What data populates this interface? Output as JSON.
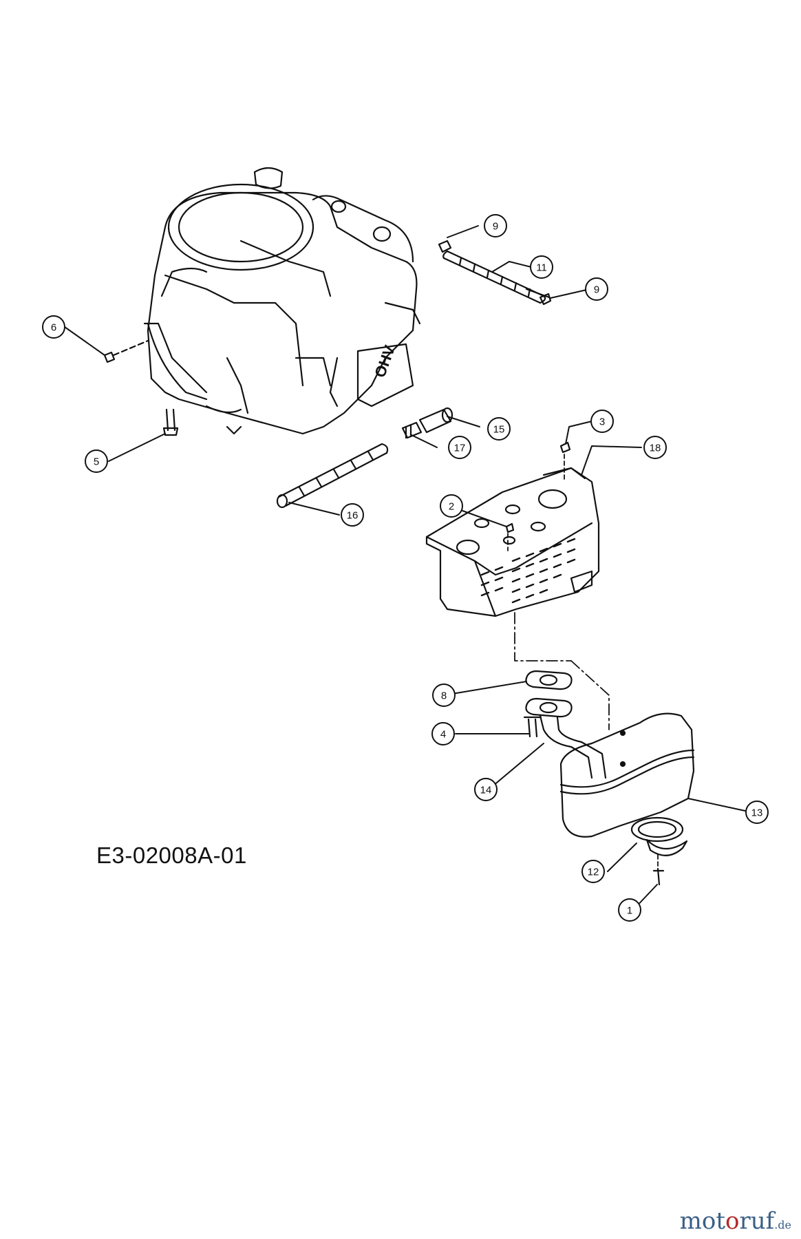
{
  "diagram": {
    "code": "E3-02008A-01",
    "engine_badge": "OHV",
    "callouts": [
      {
        "id": "c1",
        "label": "1"
      },
      {
        "id": "c2",
        "label": "2"
      },
      {
        "id": "c3",
        "label": "3"
      },
      {
        "id": "c4",
        "label": "4"
      },
      {
        "id": "c5",
        "label": "5"
      },
      {
        "id": "c6",
        "label": "6"
      },
      {
        "id": "c8",
        "label": "8"
      },
      {
        "id": "c9a",
        "label": "9"
      },
      {
        "id": "c9b",
        "label": "9"
      },
      {
        "id": "c11",
        "label": "11"
      },
      {
        "id": "c12",
        "label": "12"
      },
      {
        "id": "c13",
        "label": "13"
      },
      {
        "id": "c14",
        "label": "14"
      },
      {
        "id": "c15",
        "label": "15"
      },
      {
        "id": "c16",
        "label": "16"
      },
      {
        "id": "c17",
        "label": "17"
      },
      {
        "id": "c18",
        "label": "18"
      }
    ]
  },
  "watermark": {
    "part1": "mot",
    "part2": "o",
    "part3": "ruf",
    "part4": ".de"
  }
}
